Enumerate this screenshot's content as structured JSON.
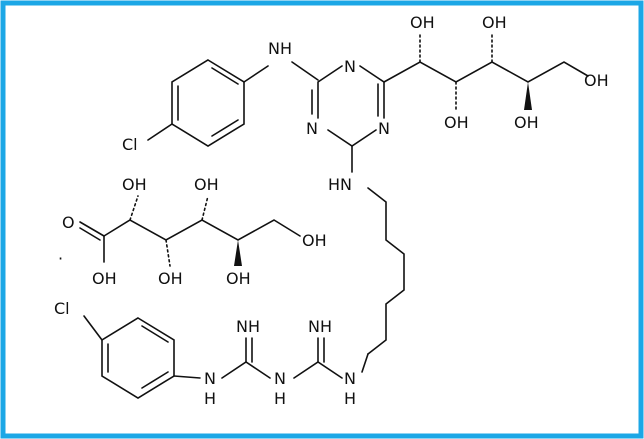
{
  "colors": {
    "border": "#1ca7e6",
    "ink": "#111111",
    "background": "#ffffff"
  },
  "labels": {
    "nh_top": "NH",
    "n_ring_top": "N",
    "n_ring_left": "N",
    "n_ring_bottom": "N",
    "cl_top": "Cl",
    "oh_t1": "OH",
    "oh_t2": "OH",
    "oh_t3": "OH",
    "oh_t4": "OH",
    "oh_t5": "OH",
    "hn_chain": "HN",
    "o_acid": "O",
    "dot": "·",
    "oh_acid": "OH",
    "oh_l1": "OH",
    "oh_l2": "OH",
    "oh_l3": "OH",
    "oh_l4": "OH",
    "oh_l5": "OH",
    "cl_bottom": "Cl",
    "nh_imine1": "NH",
    "nh_imine2": "NH",
    "hn_big1": "N",
    "hn_big1_h": "H",
    "hn_big2": "N",
    "hn_big2_h": "H",
    "hn_big3": "N",
    "hn_big3_h": "H"
  }
}
